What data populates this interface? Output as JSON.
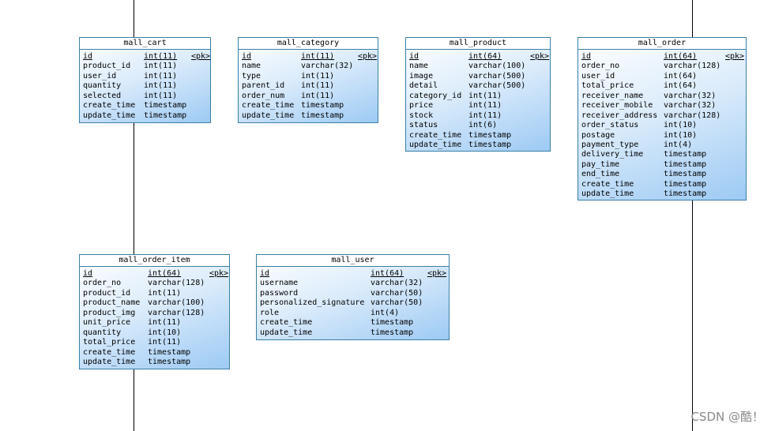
{
  "entities": [
    {
      "name": "mall_cart",
      "columns": [
        {
          "name": "id",
          "type": "int(11)",
          "key": "<pk>"
        },
        {
          "name": "product_id",
          "type": "int(11)"
        },
        {
          "name": "user_id",
          "type": "int(11)"
        },
        {
          "name": "quantity",
          "type": "int(11)"
        },
        {
          "name": "selected",
          "type": "int(11)"
        },
        {
          "name": "create_time",
          "type": "timestamp"
        },
        {
          "name": "update_time",
          "type": "timestamp"
        }
      ]
    },
    {
      "name": "mall_category",
      "columns": [
        {
          "name": "id",
          "type": "int(11)",
          "key": "<pk>"
        },
        {
          "name": "name",
          "type": "varchar(32)"
        },
        {
          "name": "type",
          "type": "int(11)"
        },
        {
          "name": "parent_id",
          "type": "int(11)"
        },
        {
          "name": "order_num",
          "type": "int(11)"
        },
        {
          "name": "create_time",
          "type": "timestamp"
        },
        {
          "name": "update_time",
          "type": "timestamp"
        }
      ]
    },
    {
      "name": "mall_product",
      "columns": [
        {
          "name": "id",
          "type": "int(64)",
          "key": "<pk>"
        },
        {
          "name": "name",
          "type": "varchar(100)"
        },
        {
          "name": "image",
          "type": "varchar(500)"
        },
        {
          "name": "detail",
          "type": "varchar(500)"
        },
        {
          "name": "category_id",
          "type": "int(11)"
        },
        {
          "name": "price",
          "type": "int(11)"
        },
        {
          "name": "stock",
          "type": "int(11)"
        },
        {
          "name": "status",
          "type": "int(6)"
        },
        {
          "name": "create_time",
          "type": "timestamp"
        },
        {
          "name": "update_time",
          "type": "timestamp"
        }
      ]
    },
    {
      "name": "mall_order",
      "columns": [
        {
          "name": "id",
          "type": "int(64)",
          "key": "<pk>"
        },
        {
          "name": "order_no",
          "type": "varchar(128)"
        },
        {
          "name": "user_id",
          "type": "int(64)"
        },
        {
          "name": "total_price",
          "type": "int(64)"
        },
        {
          "name": "receiver_name",
          "type": "varchar(32)"
        },
        {
          "name": "receiver_mobile",
          "type": "varchar(32)"
        },
        {
          "name": "receiver_address",
          "type": "varchar(128)"
        },
        {
          "name": "order_status",
          "type": "int(10)"
        },
        {
          "name": "postage",
          "type": "int(10)"
        },
        {
          "name": "payment_type",
          "type": "int(4)"
        },
        {
          "name": "delivery_time",
          "type": "timestamp"
        },
        {
          "name": "pay_time",
          "type": "timestamp"
        },
        {
          "name": "end_time",
          "type": "timestamp"
        },
        {
          "name": "create_time",
          "type": "timestamp"
        },
        {
          "name": "update_time",
          "type": "timestamp"
        }
      ]
    },
    {
      "name": "mall_order_item",
      "columns": [
        {
          "name": "id",
          "type": "int(64)",
          "key": "<pk>"
        },
        {
          "name": "order_no",
          "type": "varchar(128)"
        },
        {
          "name": "product_id",
          "type": "int(11)"
        },
        {
          "name": "product_name",
          "type": "varchar(100)"
        },
        {
          "name": "product_img",
          "type": "varchar(128)"
        },
        {
          "name": "unit_price",
          "type": "int(11)"
        },
        {
          "name": "quantity",
          "type": "int(10)"
        },
        {
          "name": "total_price",
          "type": "int(11)"
        },
        {
          "name": "create_time",
          "type": "timestamp"
        },
        {
          "name": "update_time",
          "type": "timestamp"
        }
      ]
    },
    {
      "name": "mall_user",
      "columns": [
        {
          "name": "id",
          "type": "int(64)",
          "key": "<pk>"
        },
        {
          "name": "username",
          "type": "varchar(32)"
        },
        {
          "name": "password",
          "type": "varchar(50)"
        },
        {
          "name": "personalized_signature",
          "type": "varchar(50)"
        },
        {
          "name": "role",
          "type": "int(4)"
        },
        {
          "name": "create_time",
          "type": "timestamp"
        },
        {
          "name": "update_time",
          "type": "timestamp"
        }
      ]
    }
  ],
  "watermark": "CSDN @酷！",
  "colors": {
    "border": "#3a7fa6",
    "gradient_end": "#9dcaf4",
    "line": "#000000"
  }
}
